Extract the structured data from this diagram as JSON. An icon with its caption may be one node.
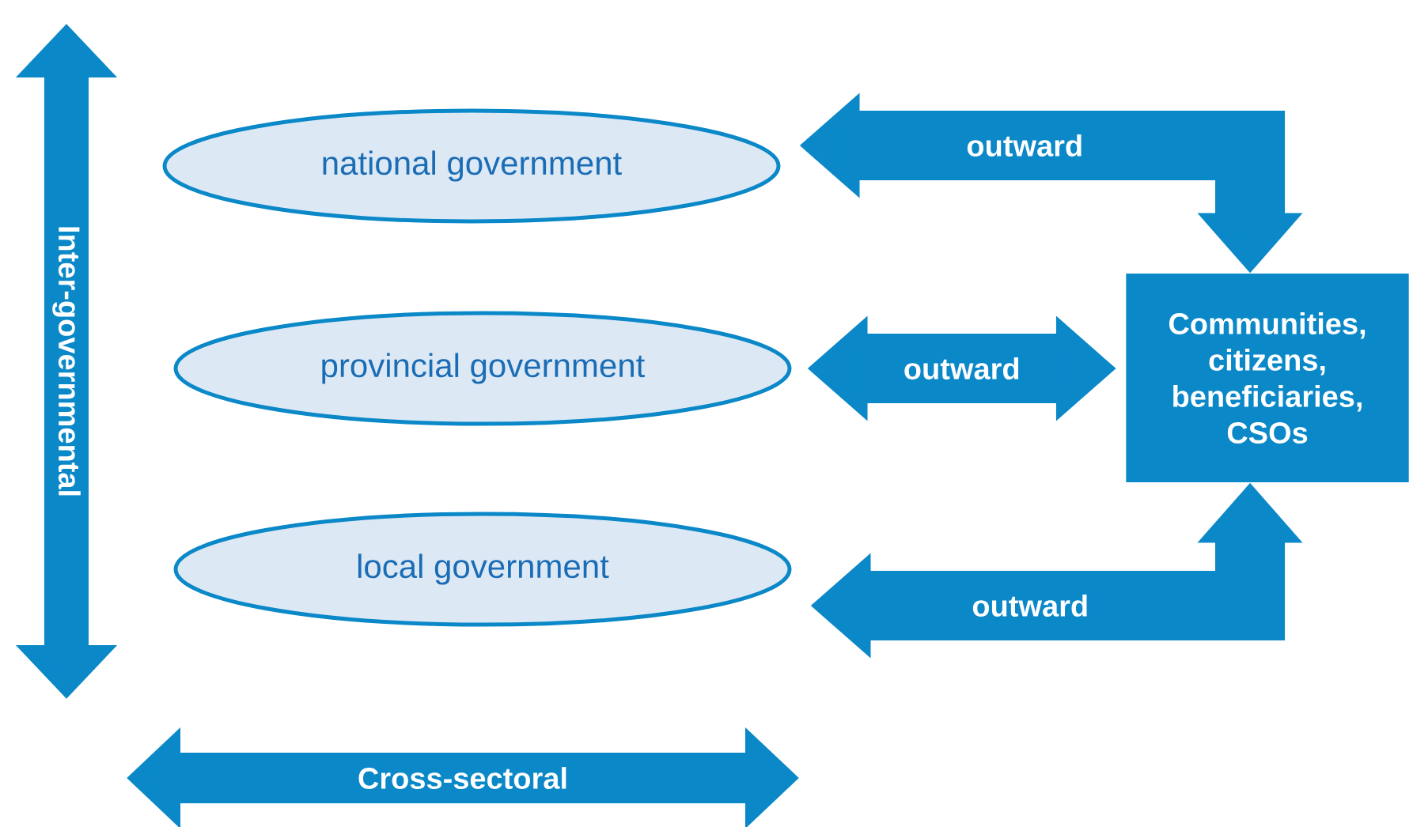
{
  "diagram": {
    "nodes": [
      {
        "text": [
          "national government"
        ]
      },
      {
        "text": [
          "provincial government"
        ]
      },
      {
        "text": [
          "local government"
        ]
      },
      {
        "text": [
          "Communities, citizens, beneficiaries, CSOs"
        ]
      }
    ],
    "edges": [
      {
        "from": 0,
        "to": 3,
        "arrow": "both",
        "label": "outward"
      },
      {
        "from": 1,
        "to": 3,
        "arrow": "both",
        "label": "outward"
      },
      {
        "from": 2,
        "to": 3,
        "arrow": "both",
        "label": "outward"
      }
    ],
    "labels": [
      "Inter-governmental",
      "Cross-sectoral"
    ]
  }
}
